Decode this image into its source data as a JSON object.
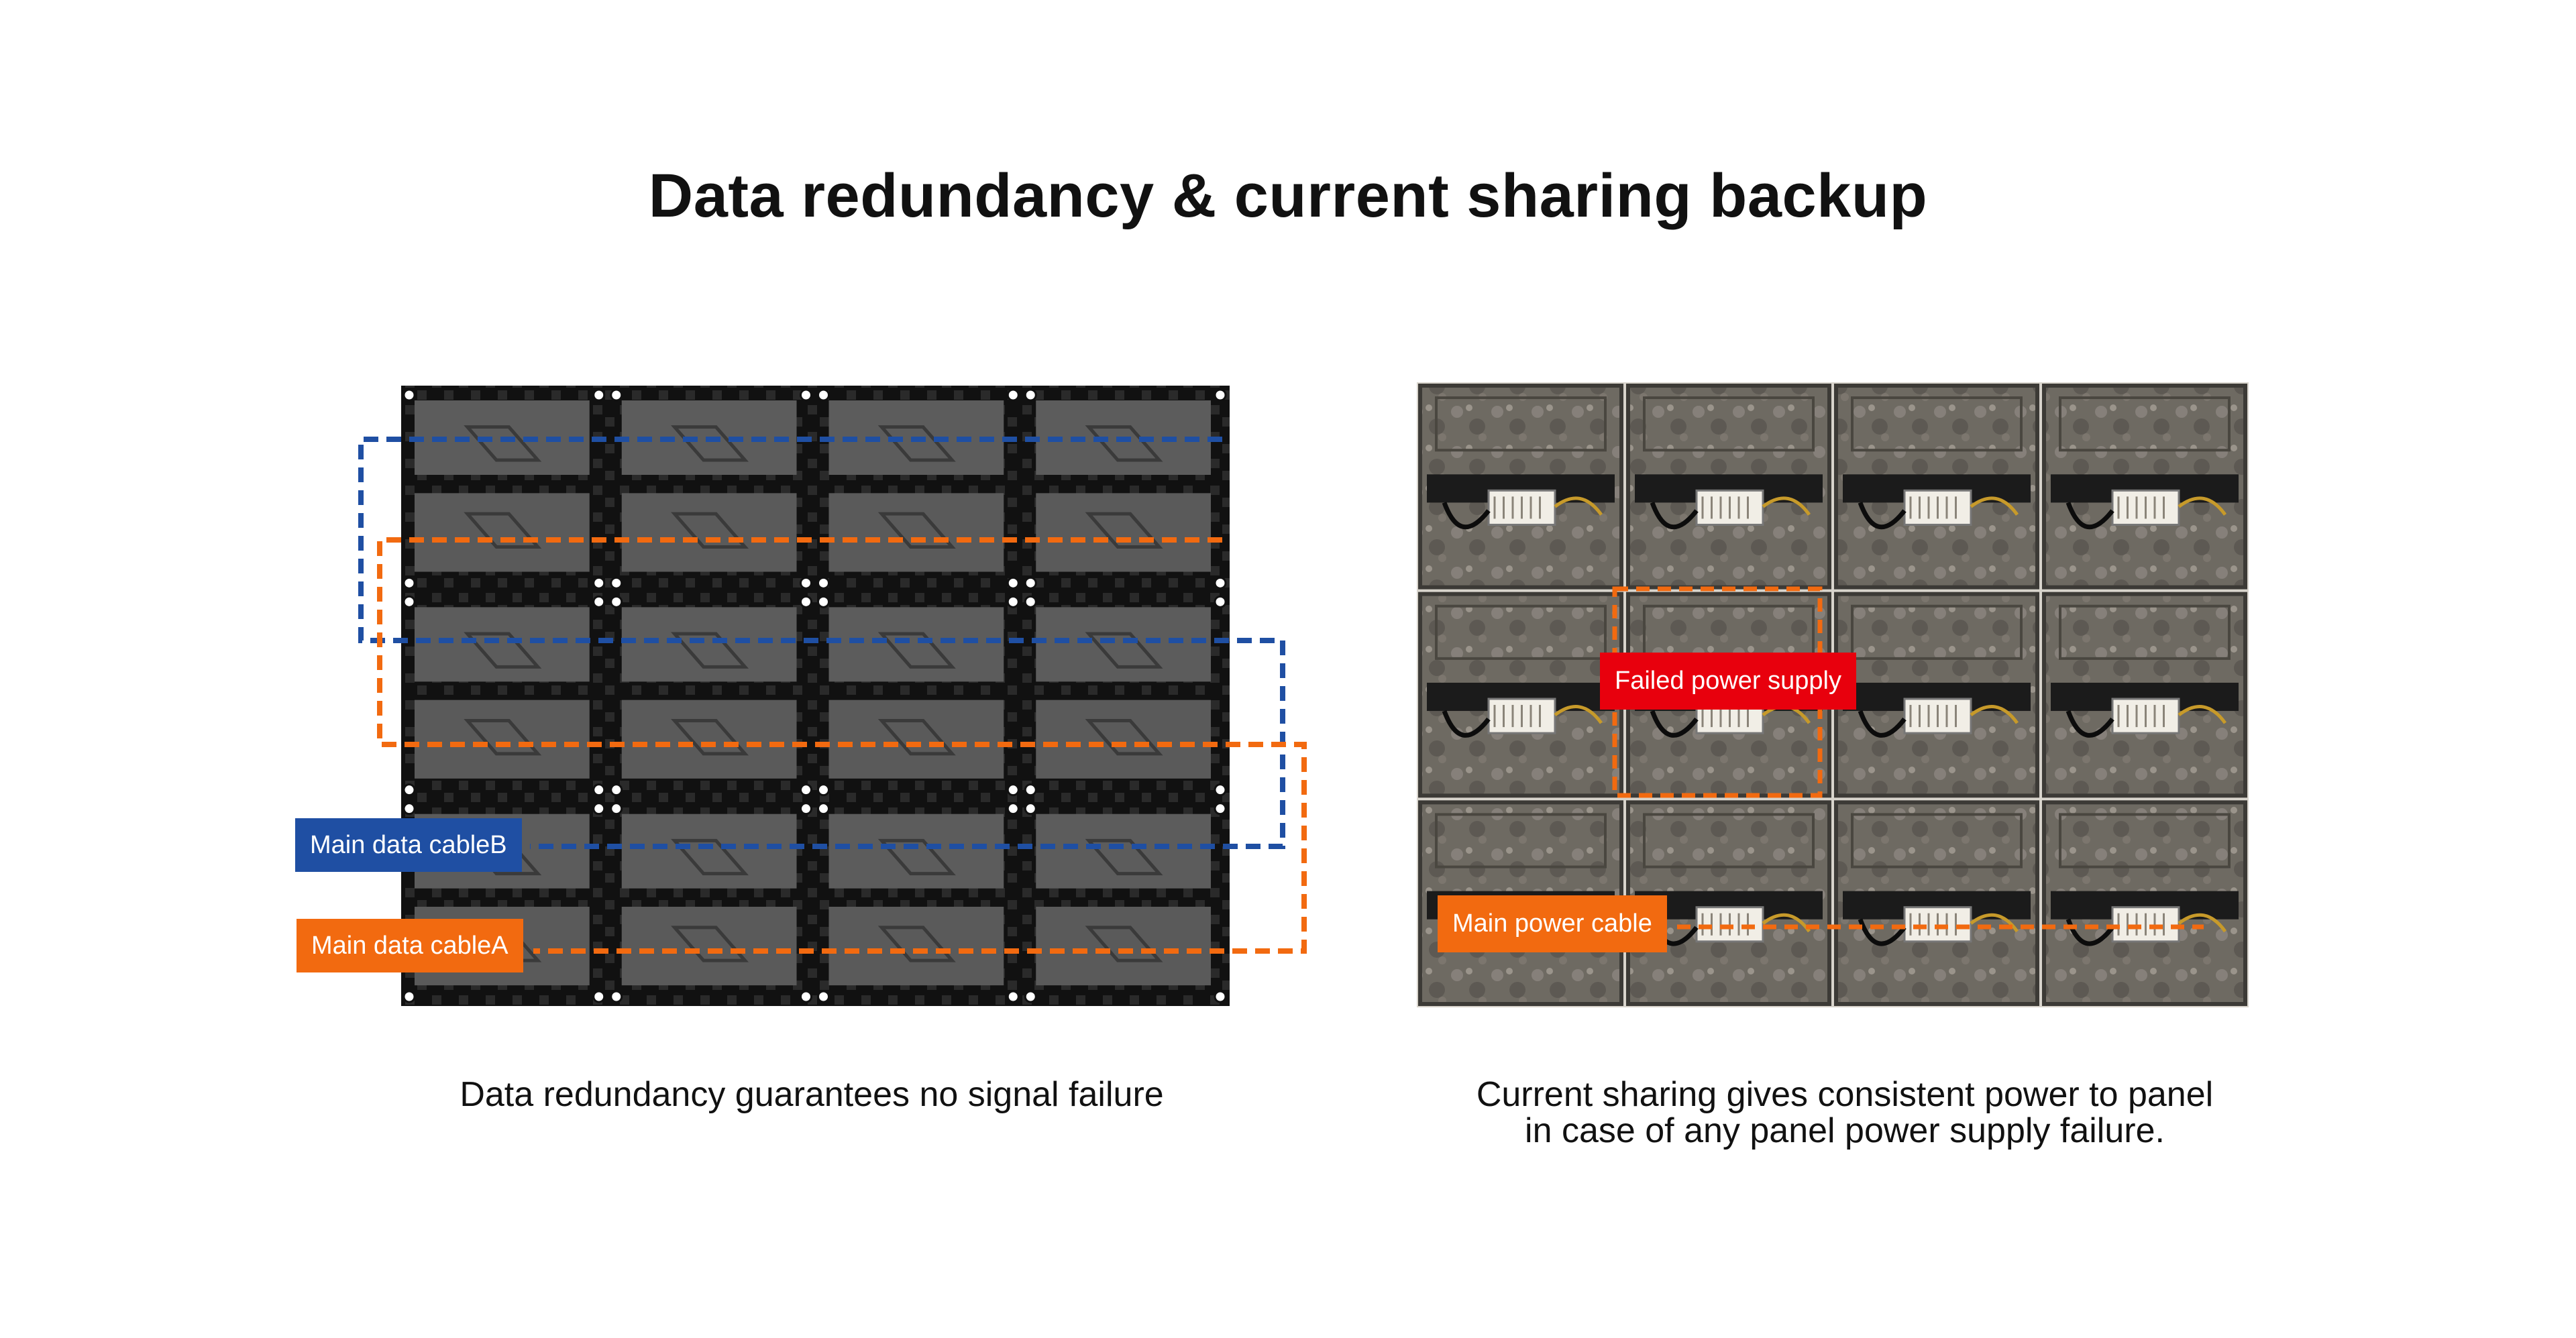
{
  "title": "Data redundancy & current sharing backup",
  "left_panel": {
    "caption": "Data redundancy guarantees no signal failure",
    "grid": {
      "columns": 4,
      "rows": 3
    },
    "cable_b": {
      "label": "Main data cableB",
      "color": "#1f4fa3"
    },
    "cable_a": {
      "label": "Main data cableA",
      "color": "#f26a10"
    }
  },
  "right_panel": {
    "caption_line1": "Current sharing gives consistent power to panel",
    "caption_line2": "in case of any panel power supply failure.",
    "grid": {
      "columns": 4,
      "rows": 3
    },
    "failed_label": {
      "label": "Failed power supply",
      "color": "#e8000d"
    },
    "power_cable": {
      "label": "Main power cable",
      "color": "#f26a10"
    }
  }
}
